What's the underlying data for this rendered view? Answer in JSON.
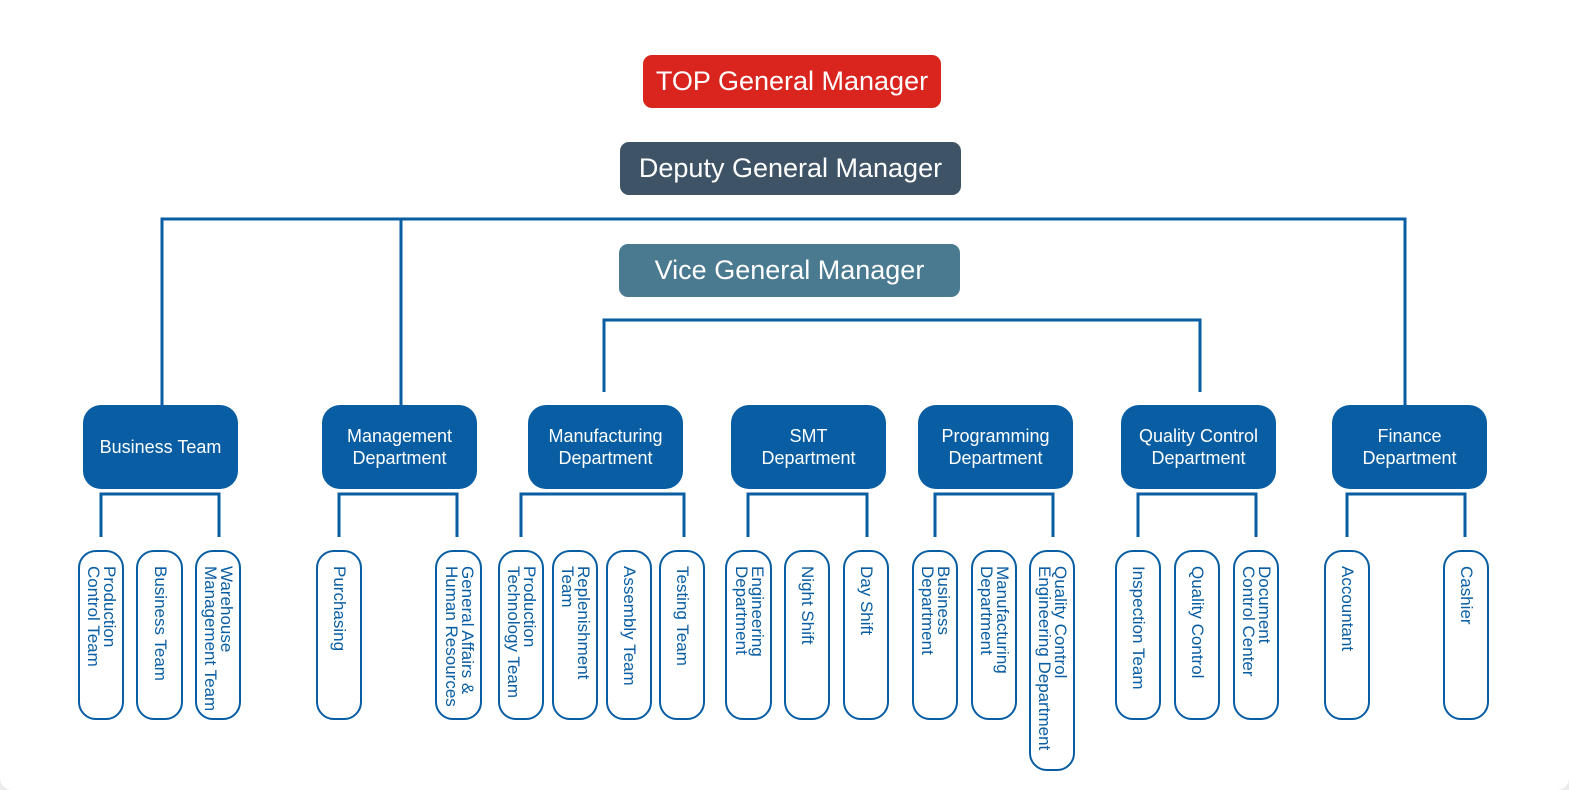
{
  "executives": {
    "top": "TOP General Manager",
    "deputy": "Deputy General Manager",
    "vice": "Vice General Manager"
  },
  "departments": [
    {
      "label": "Business Team",
      "teams": [
        "Production\nControl Team",
        "Business Team",
        "Warehouse\nManagement Team"
      ]
    },
    {
      "label": "Management\nDepartment",
      "teams": [
        "Purchasing",
        "General Affairs &\nHuman Resources"
      ]
    },
    {
      "label": "Manufacturing\nDepartment",
      "teams": [
        "Production\nTechnology Team",
        "Replenishment\nTeam",
        "Assembly Team",
        "Testing Team"
      ]
    },
    {
      "label": "SMT\nDepartment",
      "teams": [
        "Engineering\nDepartment",
        "Night Shift",
        "Day Shift"
      ]
    },
    {
      "label": "Programming\nDepartment",
      "teams": [
        "Business\nDepartment",
        "Manufacturing\nDepartment",
        "Quality Control\nEngineering Department"
      ]
    },
    {
      "label": "Quality Control\nDepartment",
      "teams": [
        "Inspection Team",
        "Quality Control",
        "Document\nControl Center"
      ]
    },
    {
      "label": "Finance\nDepartment",
      "teams": [
        "Accountant",
        "Cashier"
      ]
    }
  ],
  "colors": {
    "top": "#d9251d",
    "deputy": "#3e5466",
    "vice": "#4a7a90",
    "department": "#085da3",
    "line": "#085da3"
  }
}
